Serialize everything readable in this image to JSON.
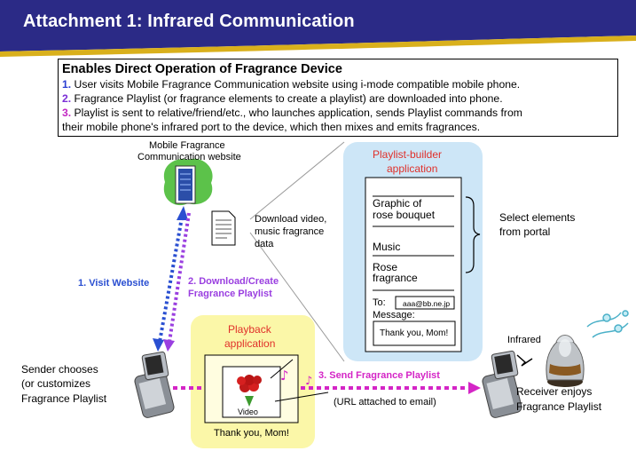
{
  "header": {
    "title": "Attachment 1: Infrared Communication",
    "band_color": "#2b2a86",
    "accent_color": "#d9b01c"
  },
  "summary": {
    "title": "Enables Direct Operation of Fragrance Device",
    "steps": [
      {
        "num": "1.",
        "text": " User visits Mobile Fragrance Communication website using i-mode compatible mobile phone."
      },
      {
        "num": "2.",
        "text": " Fragrance Playlist (or fragrance elements to create a playlist) are downloaded into phone."
      },
      {
        "num": "3.",
        "text": " Playlist is sent to relative/friend/etc., who launches application, sends Playlist commands from"
      }
    ],
    "step3_cont": "their mobile phone's infrared port to the device, which then mixes and emits fragrances."
  },
  "website": {
    "label_line1": "Mobile Fragrance",
    "label_line2": "Communication website"
  },
  "download": {
    "line1": "Download video,",
    "line2": "music fragrance",
    "line3": "data"
  },
  "builder": {
    "title_line1": "Playlist-builder",
    "title_line2": "application",
    "graphic_line1": "Graphic of",
    "graphic_line2": "rose bouquet",
    "music": "Music",
    "rose_line1": "Rose",
    "rose_line2": "fragrance",
    "to_label": "To:",
    "to_value": "aaa@bb.ne.jp",
    "message_label": "Message:",
    "message_value": "Thank you, Mom!",
    "fill_color": "#cde6f7"
  },
  "select": {
    "line1": "Select elements",
    "line2": "from portal"
  },
  "arrows": {
    "visit": "1. Visit Website",
    "download_line1": "2. Download/Create",
    "download_line2": "Fragrance Playlist",
    "send": "3. Send Fragrance Playlist",
    "url_note": "(URL attached to email)",
    "visit_color": "#2a4fd1",
    "download_color": "#9a3fe0",
    "send_color": "#d425c6"
  },
  "playback": {
    "title_line1": "Playback",
    "title_line2": "application",
    "video_label": "Video",
    "message": "Thank you, Mom!",
    "fill_color": "#fbf7a8"
  },
  "sender": {
    "line1": "Sender chooses",
    "line2": "(or customizes",
    "line3": "Fragrance Playlist"
  },
  "receiver": {
    "line1": "Receiver enjoys",
    "line2": "Fragrance Playlist"
  },
  "infrared": {
    "label": "Infrared"
  }
}
